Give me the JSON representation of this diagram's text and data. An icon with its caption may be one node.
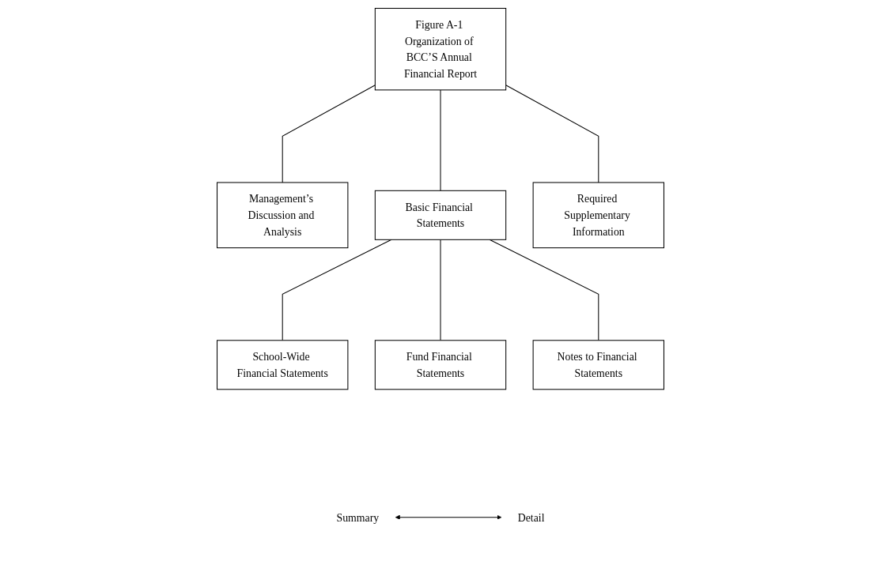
{
  "diagram": {
    "nodes": [
      {
        "text": [
          "Figure A-1 Organization of BCC’S Annual Financial Report"
        ]
      },
      {
        "text": [
          "Management’s Discussion and Analysis"
        ]
      },
      {
        "text": [
          "Basic Financial Statements"
        ]
      },
      {
        "text": [
          "Required Supplementary Information"
        ]
      },
      {
        "text": [
          "School-Wide Financial Statements"
        ]
      },
      {
        "text": [
          "Fund Financial Statements"
        ]
      },
      {
        "text": [
          "Notes to Financial Statements"
        ]
      },
      {
        "text": [
          "Summary"
        ]
      },
      {
        "text": [
          "Detail"
        ]
      }
    ],
    "edges": [
      {
        "from": 0,
        "to": 1,
        "arrow": "none"
      },
      {
        "from": 0,
        "to": 2,
        "arrow": "none"
      },
      {
        "from": 0,
        "to": 3,
        "arrow": "none"
      },
      {
        "from": 2,
        "to": 4,
        "arrow": "none"
      },
      {
        "from": 2,
        "to": 5,
        "arrow": "none"
      },
      {
        "from": 2,
        "to": 6,
        "arrow": "none"
      },
      {
        "from": 7,
        "to": 8,
        "arrow": "both"
      }
    ]
  }
}
